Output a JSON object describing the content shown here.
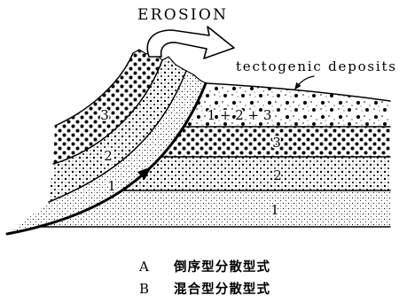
{
  "diagram": {
    "erosion_label": "EROSION",
    "deposits_label": "tectogenic deposits",
    "hanging_wall_layers": [
      {
        "label": "3"
      },
      {
        "label": "2"
      },
      {
        "label": "1"
      }
    ],
    "footwall_layers": [
      {
        "label": "1 + 2 + 3"
      },
      {
        "label": "3"
      },
      {
        "label": "2"
      },
      {
        "label": "1"
      }
    ]
  },
  "captions": [
    {
      "letter": "A",
      "text": "倒序型分散型式"
    },
    {
      "letter": "B",
      "text": "混合型分散型式"
    }
  ]
}
